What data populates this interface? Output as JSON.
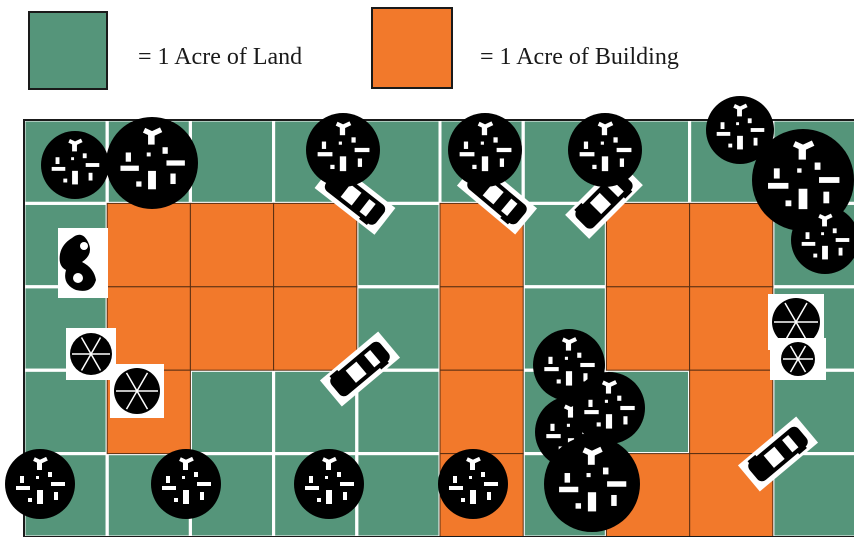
{
  "legend": {
    "land": {
      "label": "= 1 Acre of Land",
      "color": "#55957a"
    },
    "building": {
      "label": "= 1 Acre of Building",
      "color": "#f2792b"
    }
  },
  "grid": {
    "columns": 10,
    "rows": 5,
    "land_color": "#55957a",
    "building_color": "#f2792b",
    "line_color": "#ffffff",
    "building_cells": [
      [
        1,
        1
      ],
      [
        2,
        1
      ],
      [
        3,
        1
      ],
      [
        1,
        2
      ],
      [
        2,
        2
      ],
      [
        3,
        2
      ],
      [
        1,
        3
      ],
      [
        5,
        1
      ],
      [
        5,
        2
      ],
      [
        5,
        3
      ],
      [
        5,
        4
      ],
      [
        7,
        1
      ],
      [
        8,
        1
      ],
      [
        7,
        2
      ],
      [
        8,
        2
      ],
      [
        8,
        3
      ],
      [
        8,
        4
      ],
      [
        7,
        4
      ]
    ]
  },
  "icons": {
    "tree": "tree-icon",
    "car": "car-icon",
    "shrub": "shrub-icon"
  }
}
